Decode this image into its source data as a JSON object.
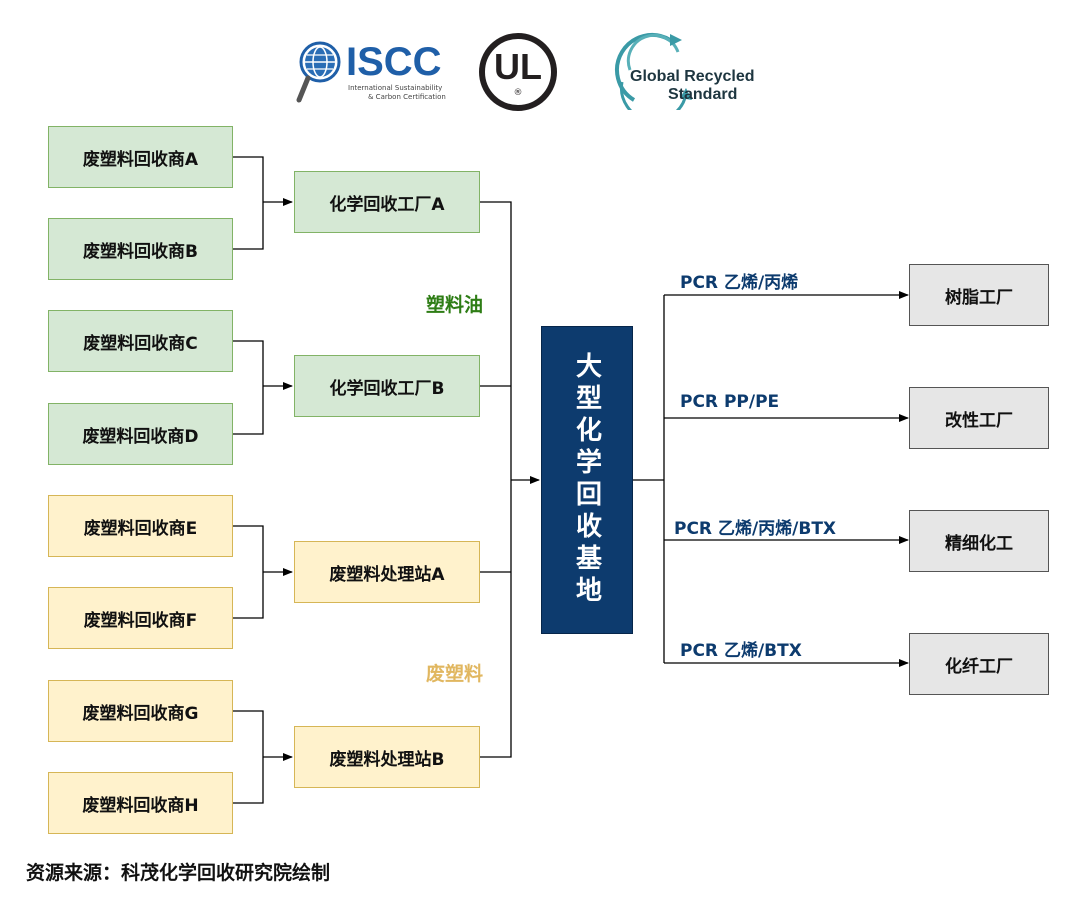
{
  "logos": {
    "iscc": {
      "name": "ISCC",
      "sub1": "International Sustainability",
      "sub2": "& Carbon Certification"
    },
    "ul": {
      "name": "UL",
      "mark": "®"
    },
    "grs": {
      "line1": "Global Recycled",
      "line2": "Standard"
    }
  },
  "collectors": [
    "废塑料回收商A",
    "废塑料回收商B",
    "废塑料回收商C",
    "废塑料回收商D",
    "废塑料回收商E",
    "废塑料回收商F",
    "废塑料回收商G",
    "废塑料回收商H"
  ],
  "processors": [
    "化学回收工厂A",
    "化学回收工厂B",
    "废塑料处理站A",
    "废塑料处理站B"
  ],
  "flow_labels": {
    "oil": "塑料油",
    "waste": "废塑料"
  },
  "hub": "大型化学回收基地",
  "outputs": [
    {
      "product": "PCR 乙烯/丙烯",
      "target": "树脂工厂"
    },
    {
      "product": "PCR PP/PE",
      "target": "改性工厂"
    },
    {
      "product": "PCR 乙烯/丙烯/BTX",
      "target": "精细化工"
    },
    {
      "product": "PCR 乙烯/BTX",
      "target": "化纤工厂"
    }
  ],
  "source": "资源来源：科茂化学回收研究院绘制",
  "colors": {
    "hub": "#0d3b6e",
    "green_fill": "#d5e8d4",
    "yellow_fill": "#fff2cc",
    "gray_fill": "#e6e6e6",
    "label_blue": "#0d3b6e",
    "label_green": "#2e7d15",
    "label_gold": "#e1b760"
  }
}
